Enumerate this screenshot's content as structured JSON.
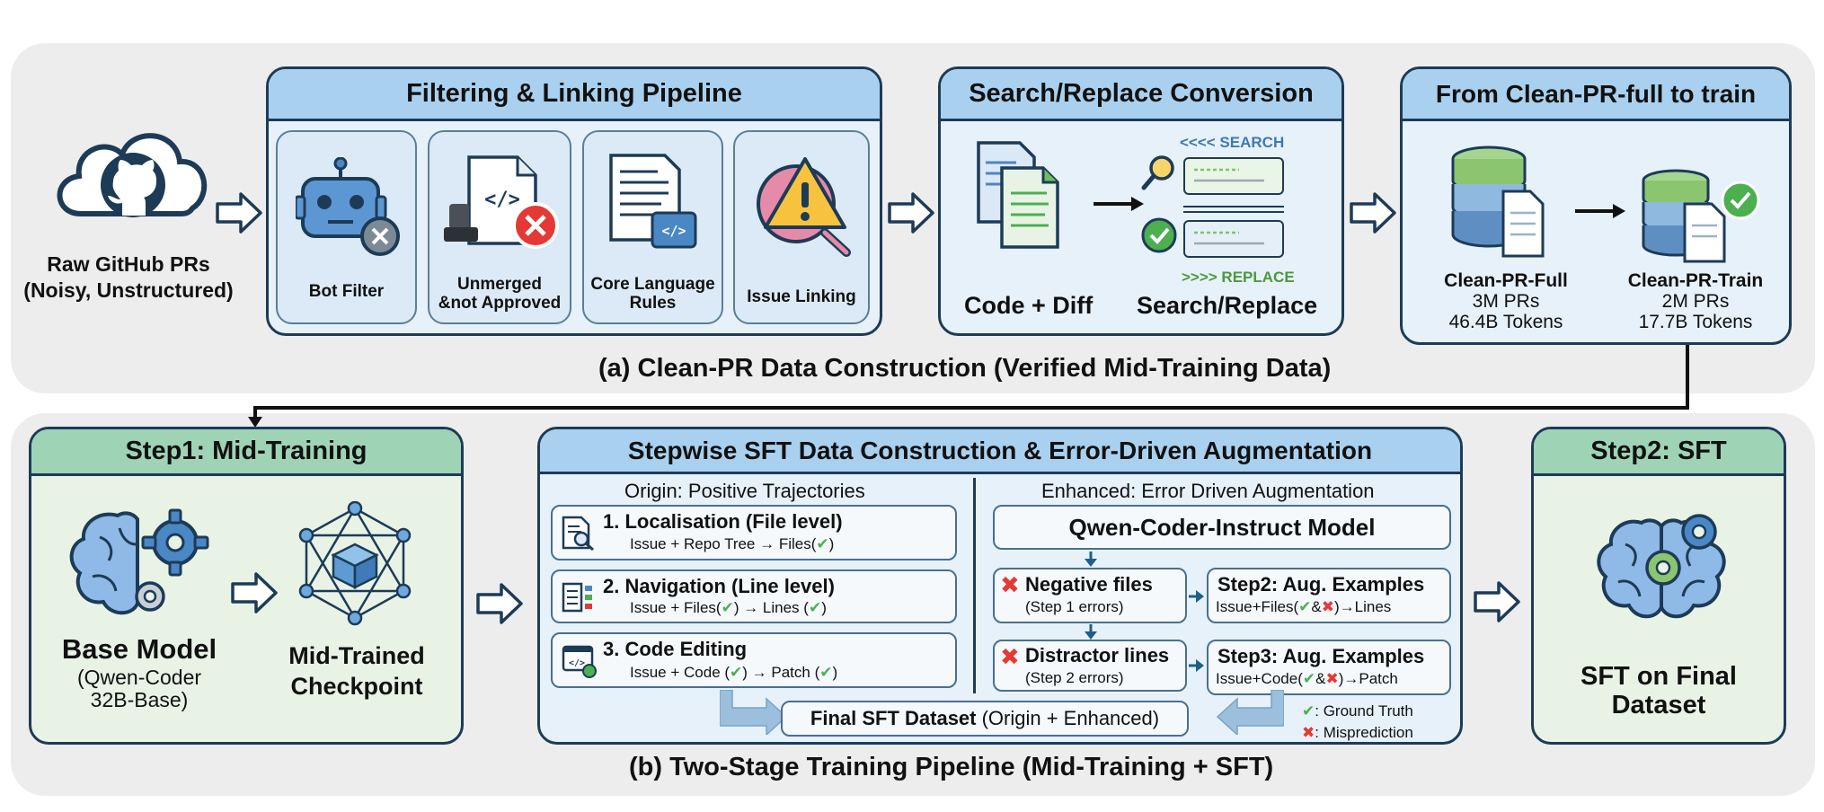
{
  "raw_source": {
    "line1": "Raw GitHub PRs",
    "line2": "(Noisy, Unstructured)"
  },
  "filter_panel": {
    "title": "Filtering & Linking Pipeline",
    "items": [
      {
        "label": "Bot Filter"
      },
      {
        "label_line1": "Unmerged",
        "label_line2": "&not Approved"
      },
      {
        "label_line1": "Core Language",
        "label_line2": "Rules"
      },
      {
        "label": "Issue Linking"
      }
    ]
  },
  "sr_panel": {
    "title": "Search/Replace Conversion",
    "search_tag": "<<<< SEARCH",
    "replace_tag": ">>>> REPLACE",
    "left_caption": "Code + Diff",
    "right_caption": "Search/Replace"
  },
  "train_panel": {
    "title": "From Clean-PR-full to train",
    "full": {
      "name": "Clean-PR-Full",
      "prs": "3M PRs",
      "tokens": "46.4B Tokens"
    },
    "train": {
      "name": "Clean-PR-Train",
      "prs": "2M PRs",
      "tokens": "17.7B Tokens"
    }
  },
  "section_a_caption": "(a) Clean-PR Data Construction (Verified Mid-Training Data)",
  "step1": {
    "title": "Step1: Mid-Training",
    "base_title": "Base Model",
    "base_sub1": "(Qwen-Coder",
    "base_sub2": "32B-Base)",
    "ckpt_line1": "Mid-Trained",
    "ckpt_line2": "Checkpoint"
  },
  "sft_construction": {
    "title": "Stepwise SFT Data Construction & Error-Driven Augmentation",
    "origin_header": "Origin: Positive Trajectories",
    "enhanced_header": "Enhanced: Error Driven Augmentation",
    "origin_rows": [
      {
        "title": "1. Localisation (File level)",
        "sub": "Issue + Repo Tree → Files("
      },
      {
        "title": "2. Navigation (Line level)",
        "sub_a": "Issue + Files(",
        "sub_b": ") → Lines ("
      },
      {
        "title": "3. Code Editing",
        "sub_a": "Issue + Code (",
        "sub_b": ") → Patch ("
      }
    ],
    "model_box": "Qwen-Coder-Instruct Model",
    "neg_files": {
      "title": "Negative files",
      "sub": "(Step 1 errors)"
    },
    "distractor": {
      "title": "Distractor lines",
      "sub": "(Step 2 errors)"
    },
    "aug2": {
      "title": "Step2: Aug. Examples",
      "sub_a": "Issue+Files(",
      "sub_b": "→Lines"
    },
    "aug3": {
      "title": "Step3: Aug. Examples",
      "sub_a": "Issue+Code(",
      "sub_b": "→Patch"
    },
    "final_bold": "Final SFT Dataset",
    "final_rest": " (Origin + Enhanced)",
    "legend_gt": ": Ground Truth",
    "legend_mis": ": Misprediction",
    "amp": "&"
  },
  "step2": {
    "title": "Step2: SFT",
    "line1": "SFT on Final",
    "line2": "Dataset"
  },
  "section_b_caption": "(b) Two-Stage Training Pipeline (Mid-Training + SFT)",
  "colors": {
    "navy": "#1d3b57",
    "blue_header": "#a9d1ef",
    "green_header": "#9fd3b6",
    "check": "#4caf50",
    "cross": "#e53935"
  }
}
